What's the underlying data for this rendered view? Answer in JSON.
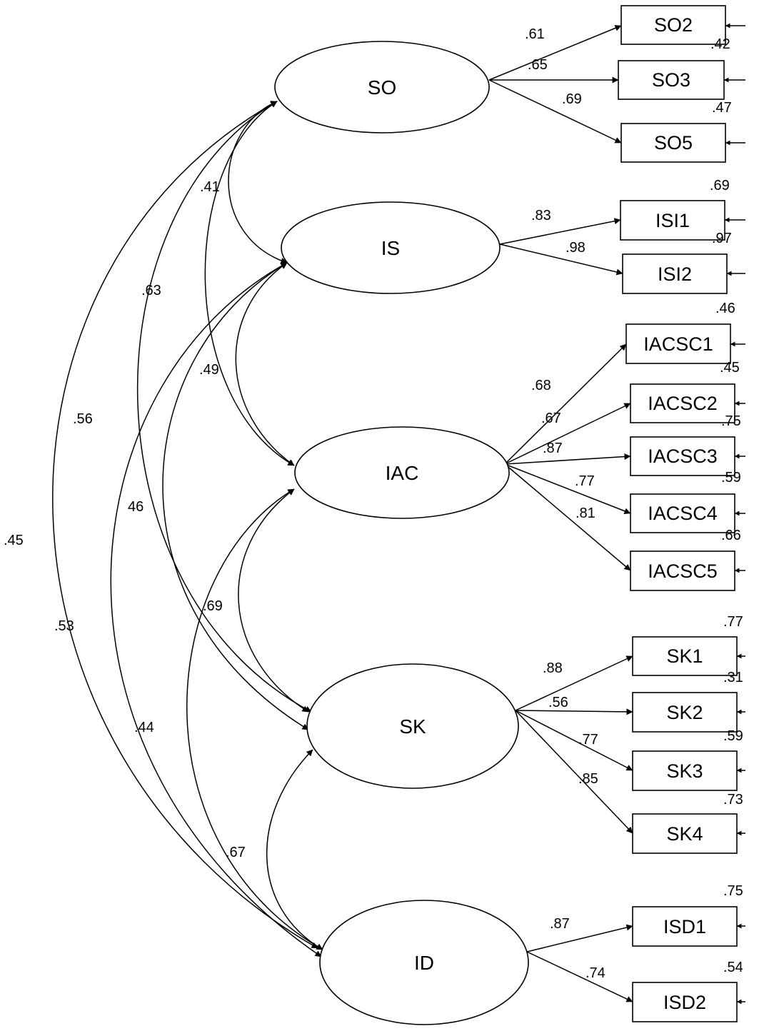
{
  "latents": [
    {
      "id": "SO",
      "label": "SO"
    },
    {
      "id": "IS",
      "label": "IS"
    },
    {
      "id": "IAC",
      "label": "IAC"
    },
    {
      "id": "SK",
      "label": "SK"
    },
    {
      "id": "ID",
      "label": "ID"
    }
  ],
  "indicators": [
    {
      "id": "SO2",
      "label": "SO2",
      "factor": "SO",
      "loading": ".61",
      "r2": ""
    },
    {
      "id": "SO3",
      "label": "SO3",
      "factor": "SO",
      "loading": ".65",
      "r2": ".42"
    },
    {
      "id": "SO5",
      "label": "SO5",
      "factor": "SO",
      "loading": ".69",
      "r2": ".47"
    },
    {
      "id": "ISI1",
      "label": "ISI1",
      "factor": "IS",
      "loading": ".83",
      "r2": ".69"
    },
    {
      "id": "ISI2",
      "label": "ISI2",
      "factor": "IS",
      "loading": ".98",
      "r2": ".97"
    },
    {
      "id": "IACSC1",
      "label": "IACSC1",
      "factor": "IAC",
      "loading": ".68",
      "r2": ".46"
    },
    {
      "id": "IACSC2",
      "label": "IACSC2",
      "factor": "IAC",
      "loading": ".67",
      "r2": ".45"
    },
    {
      "id": "IACSC3",
      "label": "IACSC3",
      "factor": "IAC",
      "loading": ".87",
      "r2": ".75"
    },
    {
      "id": "IACSC4",
      "label": "IACSC4",
      "factor": "IAC",
      "loading": ".77",
      "r2": ".59"
    },
    {
      "id": "IACSC5",
      "label": "IACSC5",
      "factor": "IAC",
      "loading": ".81",
      "r2": ".66"
    },
    {
      "id": "SK1",
      "label": "SK1",
      "factor": "SK",
      "loading": ".88",
      "r2": ".77"
    },
    {
      "id": "SK2",
      "label": "SK2",
      "factor": "SK",
      "loading": ".56",
      "r2": ".31"
    },
    {
      "id": "SK3",
      "label": "SK3",
      "factor": "SK",
      "loading": ".77",
      "r2": ".59"
    },
    {
      "id": "SK4",
      "label": "SK4",
      "factor": "SK",
      "loading": ".85",
      "r2": ".73"
    },
    {
      "id": "ISD1",
      "label": "ISD1",
      "factor": "ID",
      "loading": ".87",
      "r2": ".75"
    },
    {
      "id": "ISD2",
      "label": "ISD2",
      "factor": "ID",
      "loading": ".74",
      "r2": ".54"
    }
  ],
  "correlations": [
    {
      "from": "SO",
      "to": "IS",
      "value": ".41"
    },
    {
      "from": "SO",
      "to": "IAC",
      "value": ".63"
    },
    {
      "from": "SO",
      "to": "SK",
      "value": ".56"
    },
    {
      "from": "SO",
      "to": "ID",
      "value": ".45"
    },
    {
      "from": "IS",
      "to": "IAC",
      "value": ".49"
    },
    {
      "from": "IS",
      "to": "SK",
      "value": "46"
    },
    {
      "from": "IS",
      "to": "ID",
      "value": ".53"
    },
    {
      "from": "IAC",
      "to": "SK",
      "value": ".69"
    },
    {
      "from": "IAC",
      "to": "ID",
      "value": ".44"
    },
    {
      "from": "SK",
      "to": "ID",
      "value": ".67"
    }
  ]
}
